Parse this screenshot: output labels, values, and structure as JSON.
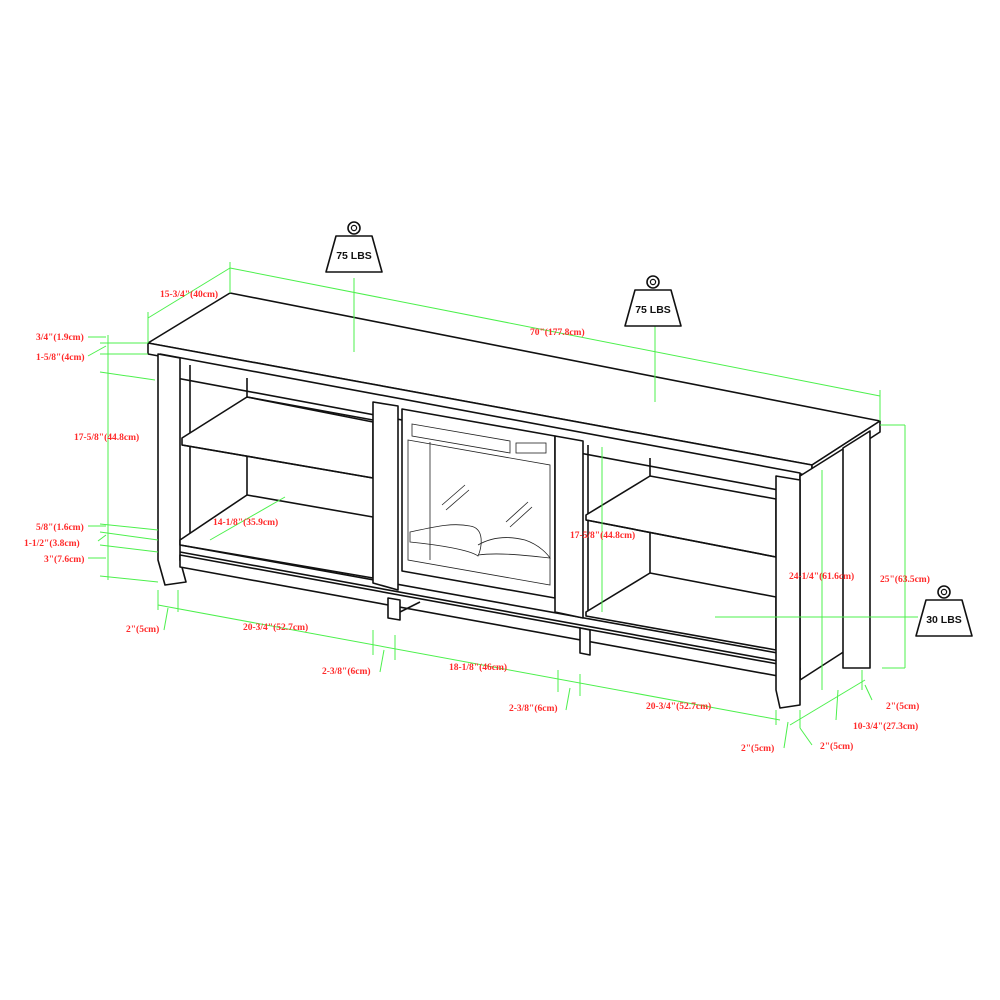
{
  "diagram": {
    "subject": "TV stand with electric fireplace insert - dimension drawing",
    "colors": {
      "dimension_line": "#4cf04c",
      "dimension_text": "#ff2a2a",
      "outline": "#111111"
    },
    "weight_limits": {
      "top_left": "75 LBS",
      "top_right": "75 LBS",
      "right_shelf": "30 LBS"
    },
    "dimensions": {
      "depth_top": "15-3/4\"(40cm)",
      "top_thickness": "3/4\"(1.9cm)",
      "apron_height": "1-5/8\"(4cm)",
      "width_total": "70\"(177.8cm)",
      "left_opening_height": "17-5/8\"(44.8cm)",
      "shelf_thickness": "5/8\"(1.6cm)",
      "bottom_rail": "1-1/2\"(3.8cm)",
      "leg_clearance": "3\"(7.6cm)",
      "shelf_depth": "14-1/8\"(35.9cm)",
      "right_opening_height": "17-5/8\"(44.8cm)",
      "inner_height": "24-1/4\"(61.6cm)",
      "total_height": "25\"(63.5cm)",
      "leg_left": "2\"(5cm)",
      "left_bay_width": "20-3/4\"(52.7cm)",
      "divider_left": "2-3/8\"(6cm)",
      "center_bay_width": "18-1/8\"(46cm)",
      "divider_right": "2-3/8\"(6cm)",
      "right_bay_width": "20-3/4\"(52.7cm)",
      "leg_front_right": "2\"(5cm)",
      "leg_side_front": "2\"(5cm)",
      "side_depth": "10-3/4\"(27.3cm)",
      "leg_back_right": "2\"(5cm)"
    }
  }
}
